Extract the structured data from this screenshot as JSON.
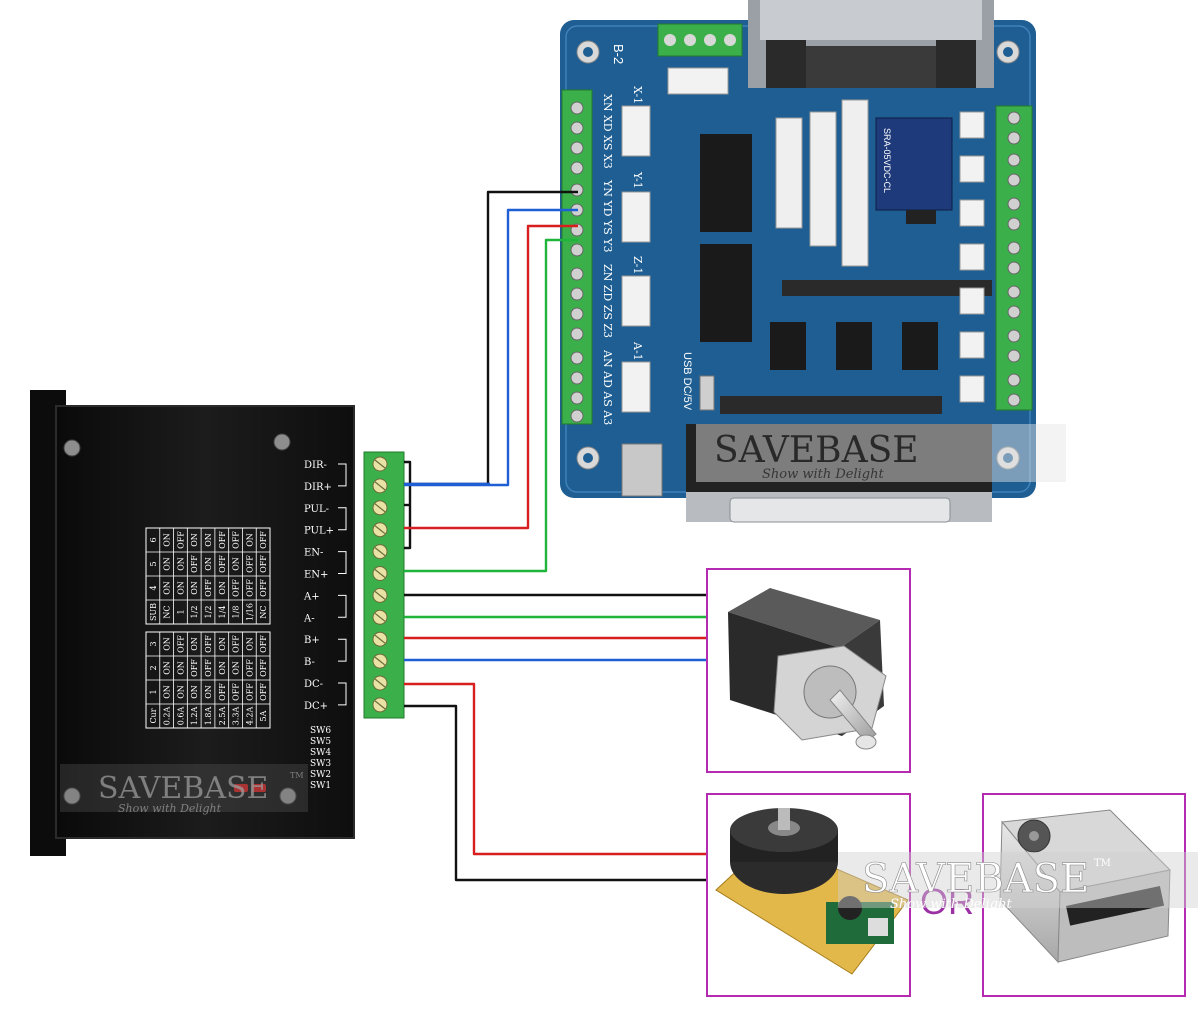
{
  "watermark": {
    "brand": "SAVEBASE",
    "tagline": "Show with Delight",
    "tm": "TM"
  },
  "driver": {
    "terminals": [
      "DIR-",
      "DIR+",
      "PUL-",
      "PUL+",
      "EN-",
      "EN+",
      "A+",
      "A-",
      "B+",
      "B-",
      "DC-",
      "DC+"
    ],
    "switch_labels": [
      "SW6",
      "SW5",
      "SW4",
      "SW3",
      "SW2",
      "SW1"
    ],
    "microstep_table": {
      "headers": [
        "SUB",
        "4",
        "5",
        "6"
      ],
      "rows": [
        [
          "NC",
          "ON",
          "ON",
          "ON"
        ],
        [
          "1",
          "ON",
          "ON",
          "OFF"
        ],
        [
          "1/2",
          "ON",
          "OFF",
          "ON"
        ],
        [
          "1/2",
          "OFF",
          "ON",
          "ON"
        ],
        [
          "1/4",
          "ON",
          "OFF",
          "OFF"
        ],
        [
          "1/8",
          "OFF",
          "ON",
          "OFF"
        ],
        [
          "1/16",
          "OFF",
          "OFF",
          "ON"
        ],
        [
          "NC",
          "OFF",
          "OFF",
          "OFF"
        ]
      ]
    },
    "current_table": {
      "headers": [
        "Cur",
        "1",
        "2",
        "3"
      ],
      "rows": [
        [
          "0.2A",
          "ON",
          "ON",
          "ON"
        ],
        [
          "0.6A",
          "ON",
          "ON",
          "OFF"
        ],
        [
          "1.2A",
          "ON",
          "OFF",
          "ON"
        ],
        [
          "1.8A",
          "ON",
          "OFF",
          "OFF"
        ],
        [
          "2.5A",
          "OFF",
          "ON",
          "ON"
        ],
        [
          "3.3A",
          "OFF",
          "ON",
          "OFF"
        ],
        [
          "4.2A",
          "OFF",
          "OFF",
          "ON"
        ],
        [
          "5A",
          "OFF",
          "OFF",
          "OFF"
        ]
      ]
    }
  },
  "breakout_board": {
    "header_label": "B-2",
    "axis_groups": [
      {
        "tag": "X-1",
        "pins": "XN XD XS X3"
      },
      {
        "tag": "Y-1",
        "pins": "YN YD YS Y3"
      },
      {
        "tag": "Z-1",
        "pins": "ZN ZD ZS Z3"
      },
      {
        "tag": "A-1",
        "pins": "AN AD AS A3"
      }
    ],
    "usb_label": "USB DC/5V",
    "relay_text": "SRA-05VDC-CL"
  },
  "power_alternatives": {
    "or_label": "OR"
  },
  "wire_colors": {
    "black": "#111111",
    "blue": "#1f5fd6",
    "red": "#d81e1e",
    "green": "#1fb43a",
    "frame": "#b42ab0",
    "pcb": "#1e5e92"
  }
}
